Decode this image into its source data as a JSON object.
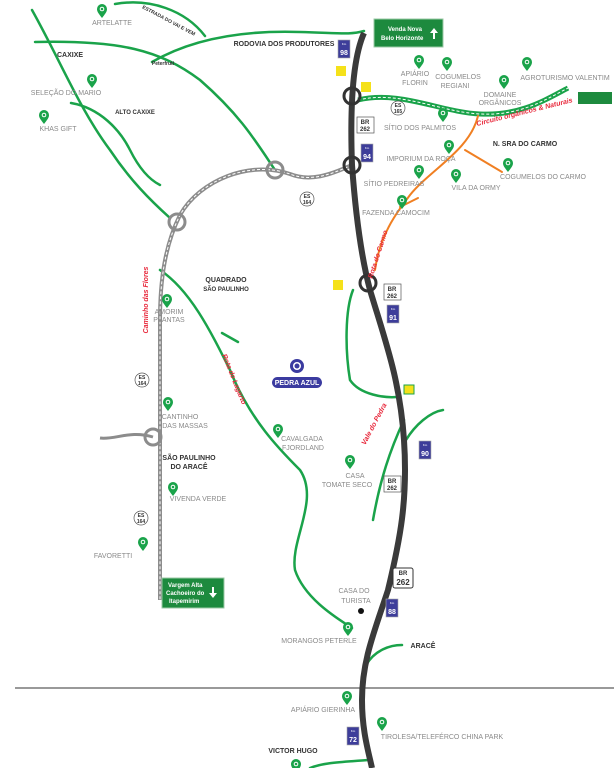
{
  "places": {
    "caxixe": "CAXIXE",
    "alto_caxixe": "ALTO CAXIXE",
    "rodovia": "RODOVIA DOS PRODUTORES",
    "estrada": "ESTRADA DO VAI E VEM",
    "peterfruti": "Peterfruti",
    "n_sra": "N. SRA DO CARMO",
    "quadrado_1": "QUADRADO",
    "quadrado_2": "SÃO PAULINHO",
    "sao_paulinho_1": "SÃO PAULINHO",
    "sao_paulinho_2": "DO ARACÊ",
    "arace": "ARACÊ",
    "victor_hugo": "VICTOR HUGO"
  },
  "routes": {
    "circuito": "Circuito orgânicos & Naturais",
    "rota_carmo": "Rota do Carmo",
    "caminho_flores": "Caminho das Flores",
    "rota_lagarto": "Rota do Lagarto",
    "vale_pedra": "Vale do Pedra"
  },
  "pois": {
    "artelatte": "ARTELATTE",
    "selecao": "SELEÇÃO DO MARIO",
    "khas": "KHAS GIFT",
    "apiario_florin_1": "APIÁRIO",
    "apiario_florin_2": "FLORIN",
    "cogumelos_regiani_1": "COGUMELOS",
    "cogumelos_regiani_2": "REGIANI",
    "domaine_1": "DOMAINE",
    "domaine_2": "ORGÂNICOS",
    "agroturismo": "AGROTURISMO VALENTIM",
    "palmitos": "SÍTIO DOS PALMITOS",
    "imporium": "IMPORIUM DA ROÇA",
    "pedreiras": "SÍTIO PEDREIRAS",
    "ormy": "VILA DA ORMY",
    "cogumelos_carmo": "COGUMELOS DO CARMO",
    "camocim": "FAZENDA CAMOCIM",
    "amorim_1": "AMORIM",
    "amorim_2": "PLANTAS",
    "cantinho_1": "CANTINHO",
    "cantinho_2": "DAS MASSAS",
    "vivenda": "VIVENDA VERDE",
    "favoretti": "FAVORETTI",
    "cavalgada_1": "CAVALGADA",
    "cavalgada_2": "FJORDLAND",
    "tomate_1": "CASA",
    "tomate_2": "TOMATE SECO",
    "turista_1": "CASA DO",
    "turista_2": "TURISTA",
    "morangos": "MORANGOS PETERLE",
    "gierinha": "APIÁRIO GIERINHA",
    "tirolesa": "TIROLESA/TELEFÉRCO CHINA PARK",
    "pedra_azul": "PEDRA AZUL"
  },
  "signs": {
    "north_1": "Venda Nova",
    "north_2": "Belo Horizonte",
    "south_1": "Vargem Alta",
    "south_2": "Cachoeiro do",
    "south_3": "Itapemirim"
  },
  "km": {
    "label": "Km",
    "k98": "98",
    "k94": "94",
    "k91": "91",
    "k90": "90",
    "k88": "88",
    "k72": "72"
  },
  "shields": {
    "br": "BR",
    "br_num": "262",
    "es": "ES",
    "es165": "165",
    "es164": "164"
  },
  "colors": {
    "road_green": "#1aa34a",
    "highway": "#3a3a3a",
    "route_red": "#e8283b",
    "orange": "#f07f22",
    "km_blue": "#3d3d9a"
  }
}
